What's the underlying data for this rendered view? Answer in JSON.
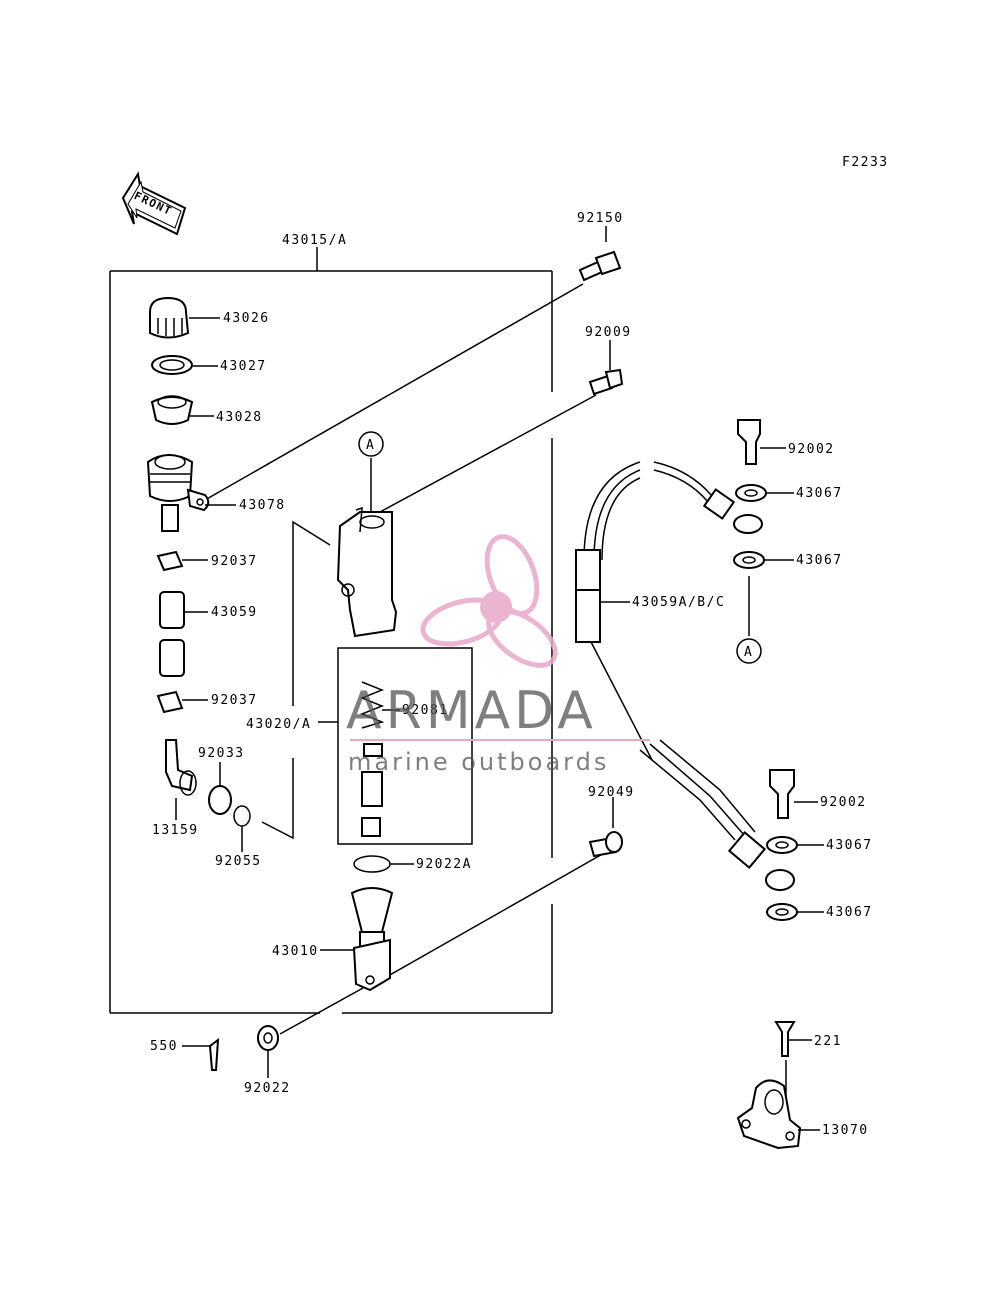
{
  "figure_code": "F2233",
  "front_label": "FRONT",
  "callout_a": "A",
  "watermark": {
    "brand": "ARMADA",
    "tagline": "marine outboards",
    "logo_color": "#e8a8c8"
  },
  "parts": {
    "p43015": "43015/A",
    "p92150": "92150",
    "p92009": "92009",
    "p43026": "43026",
    "p43027": "43027",
    "p43028": "43028",
    "p43078": "43078",
    "p92037a": "92037",
    "p43059": "43059",
    "p92037b": "92037",
    "p43020": "43020/A",
    "p92081": "92081",
    "p92033": "92033",
    "p13159": "13159",
    "p92055": "92055",
    "p92022A": "92022A",
    "p43010": "43010",
    "p550": "550",
    "p92022": "92022",
    "p92049": "92049",
    "p92002a": "92002",
    "p43067a": "43067",
    "p43067b": "43067",
    "p43059abc": "43059A/B/C",
    "p92002b": "92002",
    "p43067c": "43067",
    "p43067d": "43067",
    "p221": "221",
    "p13070": "13070"
  }
}
